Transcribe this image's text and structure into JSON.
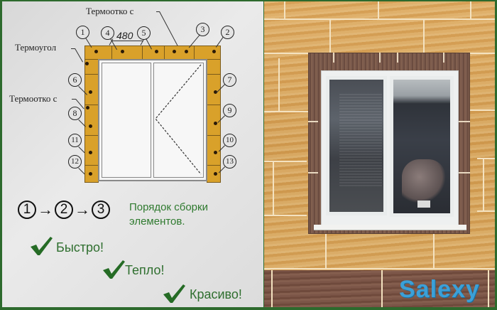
{
  "diagram": {
    "labels": {
      "top_reveal": "Термоотко с",
      "corner": "Термоугол",
      "side_reveal": "Термоотко с"
    },
    "dimension": "480",
    "element_numbers": [
      "1",
      "2",
      "3",
      "4",
      "5",
      "6",
      "7",
      "8",
      "9",
      "10",
      "11",
      "12",
      "13"
    ],
    "colors": {
      "tile": "#d9a12a",
      "tile_border": "#7a5a1a",
      "background": "#e2e2e2",
      "frame": "#2d6a2d"
    }
  },
  "sequence": {
    "steps": [
      "1",
      "2",
      "3"
    ],
    "arrow": "→",
    "caption_line1": "Порядок сборки",
    "caption_line2": "элементов."
  },
  "benefits": [
    {
      "label": "Быстро!"
    },
    {
      "label": "Тепло!"
    },
    {
      "label": "Красиво!"
    }
  ],
  "photo": {
    "watermark": "Salexy"
  }
}
